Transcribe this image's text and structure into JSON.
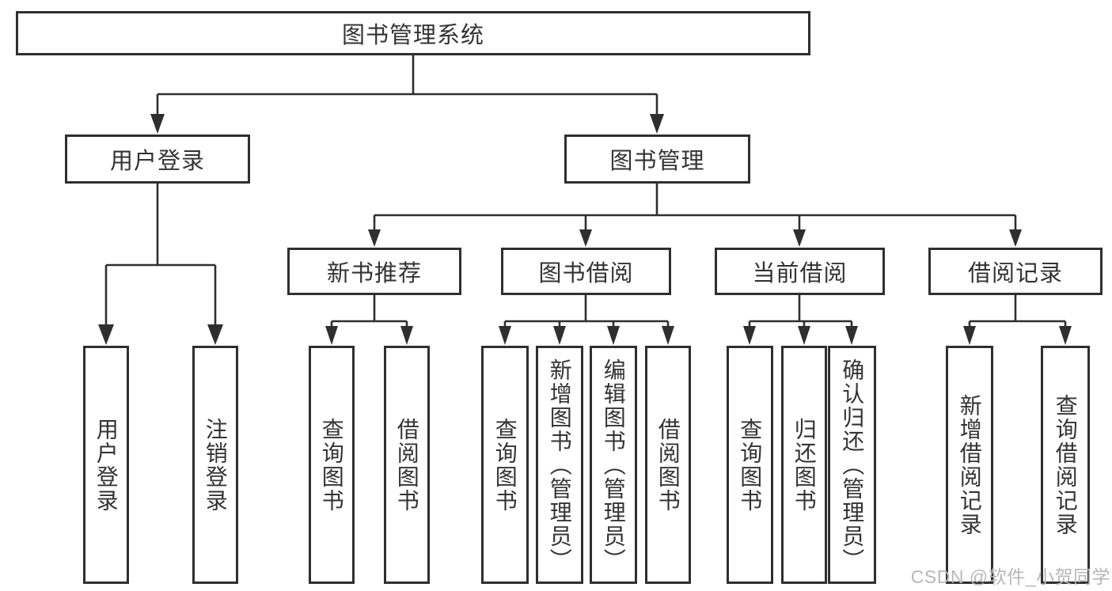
{
  "tree": {
    "label": "图书管理系统",
    "children": [
      {
        "label": "用户登录",
        "children": [
          {
            "label": "用户登录"
          },
          {
            "label": "注销登录"
          }
        ]
      },
      {
        "label": "图书管理",
        "children": [
          {
            "label": "新书推荐",
            "children": [
              {
                "label": "查询图书"
              },
              {
                "label": "借阅图书"
              }
            ]
          },
          {
            "label": "图书借阅",
            "children": [
              {
                "label": "查询图书"
              },
              {
                "label": "新增图书（管理员）"
              },
              {
                "label": "编辑图书（管理员）"
              },
              {
                "label": "借阅图书"
              }
            ]
          },
          {
            "label": "当前借阅",
            "children": [
              {
                "label": "查询图书"
              },
              {
                "label": "归还图书"
              },
              {
                "label": "确认归还（管理员）"
              }
            ]
          },
          {
            "label": "借阅记录",
            "children": [
              {
                "label": "新增借阅记录"
              },
              {
                "label": "查询借阅记录"
              }
            ]
          }
        ]
      }
    ]
  },
  "watermark": {
    "text": "CSDN @软件_小贺同学"
  },
  "colors": {
    "line_color": "#2f2f2f",
    "text_color": "#333333",
    "watermark_color": "#b7b7b7",
    "bg_color": "#ffffff"
  }
}
